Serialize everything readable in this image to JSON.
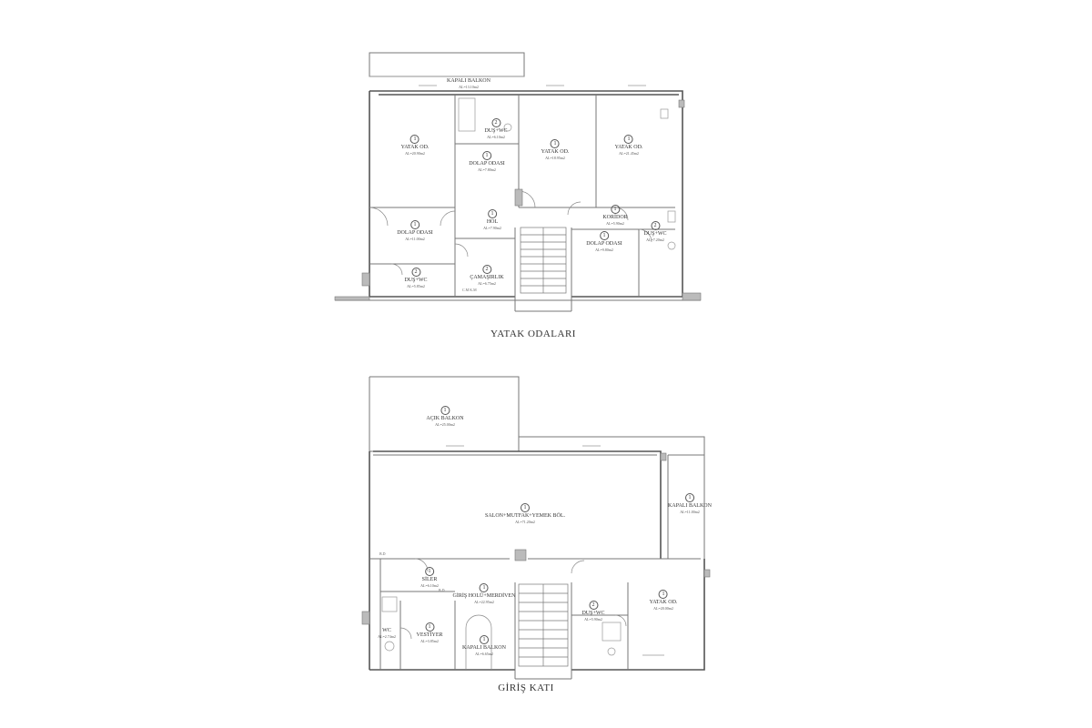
{
  "titles": {
    "upper_floor": "YATAK ODALARI",
    "ground_floor": "GİRİŞ KATI"
  },
  "upper_rooms": [
    {
      "num": "",
      "name": "KAPALI BALKON",
      "area": "AL=13.10m2"
    },
    {
      "num": "1",
      "name": "YATAK OD.",
      "area": "AL=20.90m2"
    },
    {
      "num": "2",
      "name": "DUŞ+WC",
      "area": "AL=6.10m2"
    },
    {
      "num": "1",
      "name": "DOLAP ODASI",
      "area": "AL=7.80m2"
    },
    {
      "num": "1",
      "name": "YATAK OD.",
      "area": "AL=18.95m2"
    },
    {
      "num": "1",
      "name": "YATAK OD.",
      "area": "AL=21.45m2"
    },
    {
      "num": "1",
      "name": "HOL",
      "area": "AL=7.90m2"
    },
    {
      "num": "1",
      "name": "KORİDOR",
      "area": "AL=5.90m2"
    },
    {
      "num": "1",
      "name": "DOLAP ODASI",
      "area": "AL=11.00m2"
    },
    {
      "num": "1",
      "name": "DOLAP ODASI",
      "area": "AL=9.80m2"
    },
    {
      "num": "2",
      "name": "DUŞ+WC",
      "area": "AL=7.20m2"
    },
    {
      "num": "2",
      "name": "DUŞ+WC",
      "area": "AL=5.85m2"
    },
    {
      "num": "2",
      "name": "ÇAMAŞIRLIK",
      "area": "AL=6.75m2"
    }
  ],
  "ground_rooms": [
    {
      "num": "1",
      "name": "AÇIK BALKON",
      "area": "AL=25.00m2"
    },
    {
      "num": "1",
      "name": "SALON+MUTFAK+YEMEK BÖL.",
      "area": "AL=71.20m2"
    },
    {
      "num": "1",
      "name": "KAPALI BALKON",
      "area": "AL=11.00m2"
    },
    {
      "num": "1",
      "name": "SİLER",
      "area": "AL=6.10m2"
    },
    {
      "num": "1",
      "name": "GİRİŞ HOLÜ+MERDİVEN",
      "area": "AL=22.95m2"
    },
    {
      "num": "1",
      "name": "YATAK OD.",
      "area": "AL=20.00m2"
    },
    {
      "num": "2",
      "name": "DUŞ+WC",
      "area": "AL=5.90m2"
    },
    {
      "num": "1",
      "name": "VESTİYER",
      "area": "AL=3.85m2"
    },
    {
      "num": "",
      "name": "WC",
      "area": "AL=2.74m2"
    },
    {
      "num": "1",
      "name": "KAPALI BALKON",
      "area": "AL=6.65m2"
    }
  ],
  "annotations": {
    "cm_km": "C.M     K.M",
    "bd": "B.D",
    "bd2": "B.D"
  }
}
